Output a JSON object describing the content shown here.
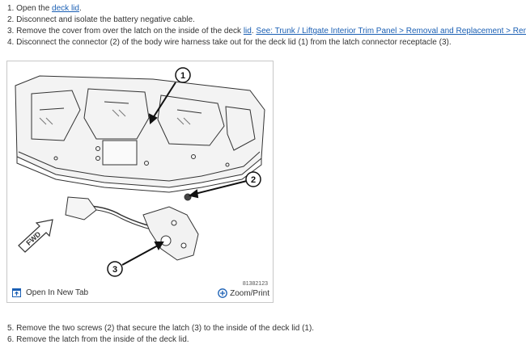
{
  "steps_top": [
    {
      "num": "1.",
      "pre": "Open the ",
      "link": "deck lid",
      "post": "."
    },
    {
      "num": "2.",
      "text": "Disconnect and isolate the battery negative cable."
    },
    {
      "num": "3.",
      "pre": "Remove the cover from over the latch on the inside of the deck ",
      "link": "lid",
      "mid": ". ",
      "link2": "See: Trunk / Liftgate Interior Trim Panel > Removal and Replacement > Removal",
      "post": "."
    },
    {
      "num": "4.",
      "text": "Disconnect the connector (2) of the body wire harness take out for the deck lid (1) from the latch connector receptacle (3)."
    }
  ],
  "figure": {
    "callouts": [
      "1",
      "2",
      "3"
    ],
    "direction_label": "FWD",
    "image_code": "81382123",
    "open_tab_label": "Open In New Tab",
    "zoom_label": "Zoom/Print",
    "open_tab_icon": "open-new-tab-icon",
    "zoom_icon": "zoom-plus-icon"
  },
  "steps_bottom": [
    {
      "num": "5.",
      "text": "Remove the two screws (2) that secure the latch (3) to the inside of the deck lid (1)."
    },
    {
      "num": "6.",
      "text": "Remove the latch from the inside of the deck lid."
    }
  ],
  "colors": {
    "link": "#1a5fb4",
    "text": "#333333",
    "border": "#c8c8c8"
  }
}
